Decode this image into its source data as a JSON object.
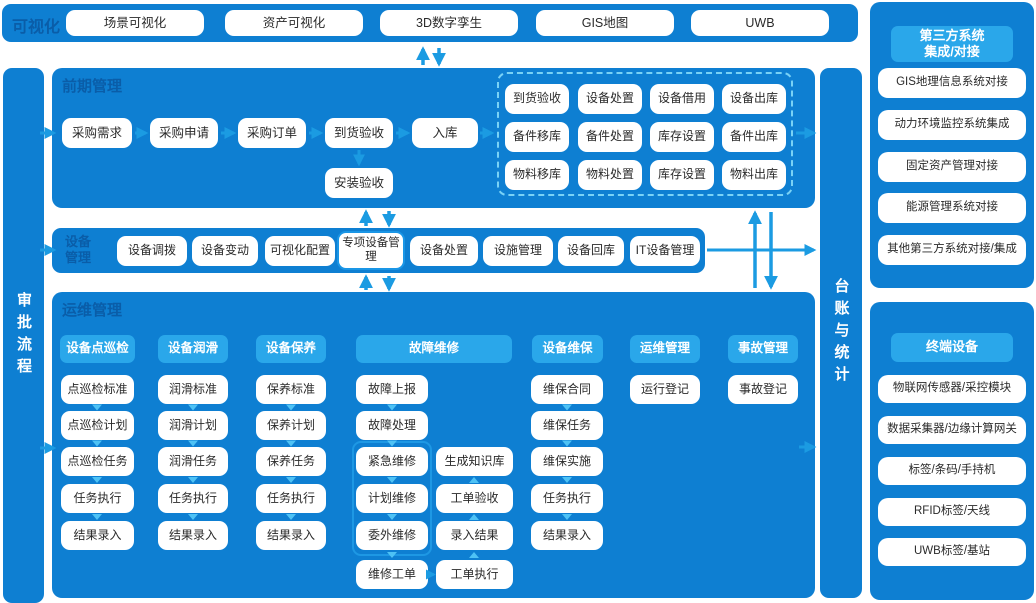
{
  "colors": {
    "panel_blue": "#0e7fd2",
    "chip_blue": "#2aa7ea",
    "arrow_blue": "#1b9be2",
    "chevron_blue": "#4ec2f5",
    "title_blue": "#0a5da8",
    "box_bg": "#ffffff",
    "box_text": "#2a2a2a"
  },
  "top_bar": {
    "label": "可视化",
    "items": [
      "场景可视化",
      "资产可视化",
      "3D数字孪生",
      "GIS地图",
      "UWB"
    ]
  },
  "approval_bar": {
    "label": "审批流程"
  },
  "ledger_bar": {
    "label": "台账与统计"
  },
  "pre_stage": {
    "title": "前期管理",
    "flow": [
      "采购需求",
      "采购申请",
      "采购订单",
      "到货验收",
      "入库"
    ],
    "install_box": "安装验收",
    "warehouse_grid": [
      [
        "到货验收",
        "设备处置",
        "设备借用",
        "设备出库"
      ],
      [
        "备件移库",
        "备件处置",
        "库存设置",
        "备件出库"
      ],
      [
        "物料移库",
        "物料处置",
        "库存设置",
        "物料出库"
      ]
    ]
  },
  "equipment": {
    "label": "设备管理",
    "items": [
      "设备调拨",
      "设备变动",
      "可视化配置",
      "专项设备管理",
      "设备处置",
      "设施管理",
      "设备回库",
      "IT设备管理"
    ]
  },
  "operations": {
    "title": "运维管理",
    "columns": [
      {
        "header": "设备点巡检",
        "items": [
          "点巡检标准",
          "点巡检计划",
          "点巡检任务",
          "任务执行",
          "结果录入"
        ]
      },
      {
        "header": "设备润滑",
        "items": [
          "润滑标准",
          "润滑计划",
          "润滑任务",
          "任务执行",
          "结果录入"
        ]
      },
      {
        "header": "设备保养",
        "items": [
          "保养标准",
          "保养计划",
          "保养任务",
          "任务执行",
          "结果录入"
        ]
      },
      {
        "header": "故障维修",
        "report_flow": [
          "故障上报",
          "故障处理"
        ],
        "repair_types": [
          "紧急维修",
          "计划维修",
          "委外维修"
        ],
        "work_order": "维修工单",
        "order_flow": [
          "生成知识库",
          "工单验收",
          "录入结果",
          "工单执行"
        ]
      },
      {
        "header": "设备维保",
        "items": [
          "维保合同",
          "维保任务",
          "维保实施",
          "任务执行",
          "结果录入"
        ]
      },
      {
        "header": "运维管理",
        "items": [
          "运行登记"
        ]
      },
      {
        "header": "事故管理",
        "items": [
          "事故登记"
        ]
      }
    ]
  },
  "integrations": {
    "header_line1": "第三方系统",
    "header_line2": "集成/对接",
    "items": [
      "GIS地理信息系统对接",
      "动力环境监控系统集成",
      "固定资产管理对接",
      "能源管理系统对接",
      "其他第三方系统对接/集成"
    ]
  },
  "terminals": {
    "header": "终端设备",
    "items": [
      "物联网传感器/采控模块",
      "数据采集器/边缘计算网关",
      "标签/条码/手持机",
      "RFID标签/天线",
      "UWB标签/基站"
    ]
  }
}
